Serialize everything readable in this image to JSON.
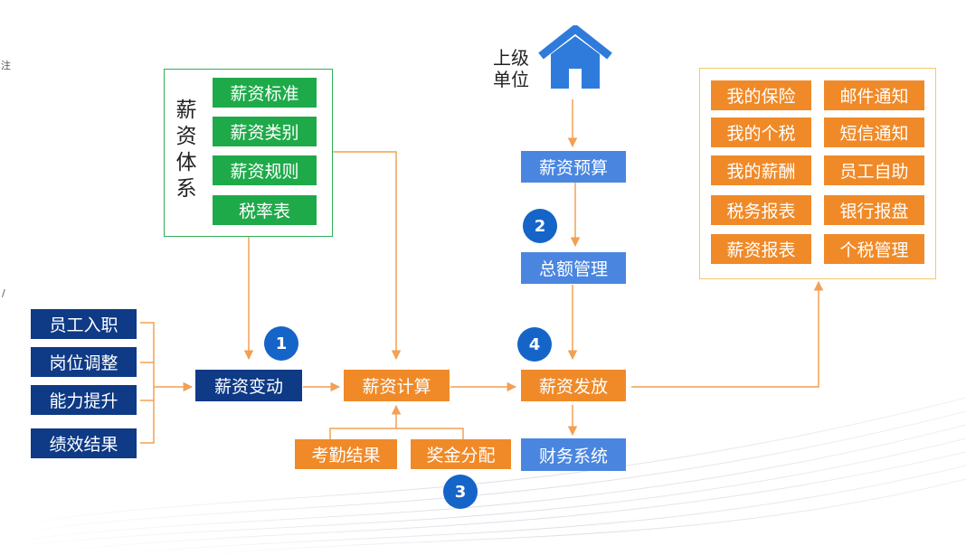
{
  "salary_system": {
    "title": "薪资体系",
    "items": [
      "薪资标准",
      "薪资类别",
      "薪资规则",
      "税率表"
    ]
  },
  "superior": {
    "label_line1": "上级",
    "label_line2": "单位"
  },
  "employee_events": [
    "员工入职",
    "岗位调整",
    "能力提升",
    "绩效结果"
  ],
  "flow": {
    "change": "薪资变动",
    "calc": "薪资计算",
    "payout": "薪资发放",
    "budget": "薪资预算",
    "total": "总额管理",
    "attendance": "考勤结果",
    "bonus": "奖金分配",
    "finance": "财务系统"
  },
  "outputs": [
    [
      "我的保险",
      "邮件通知"
    ],
    [
      "我的个税",
      "短信通知"
    ],
    [
      "我的薪酬",
      "员工自助"
    ],
    [
      "税务报表",
      "银行报盘"
    ],
    [
      "薪资报表",
      "个税管理"
    ]
  ],
  "badges": [
    "1",
    "2",
    "3",
    "4"
  ],
  "edge_glyphs": [
    "注",
    "/"
  ],
  "colors": {
    "green": "#1faa4a",
    "orange": "#f08a28",
    "navy": "#0e3a86",
    "blue": "#4a86e0",
    "badge": "#1565c8",
    "arrow": "#f2a055",
    "house": "#2f7bdc"
  }
}
